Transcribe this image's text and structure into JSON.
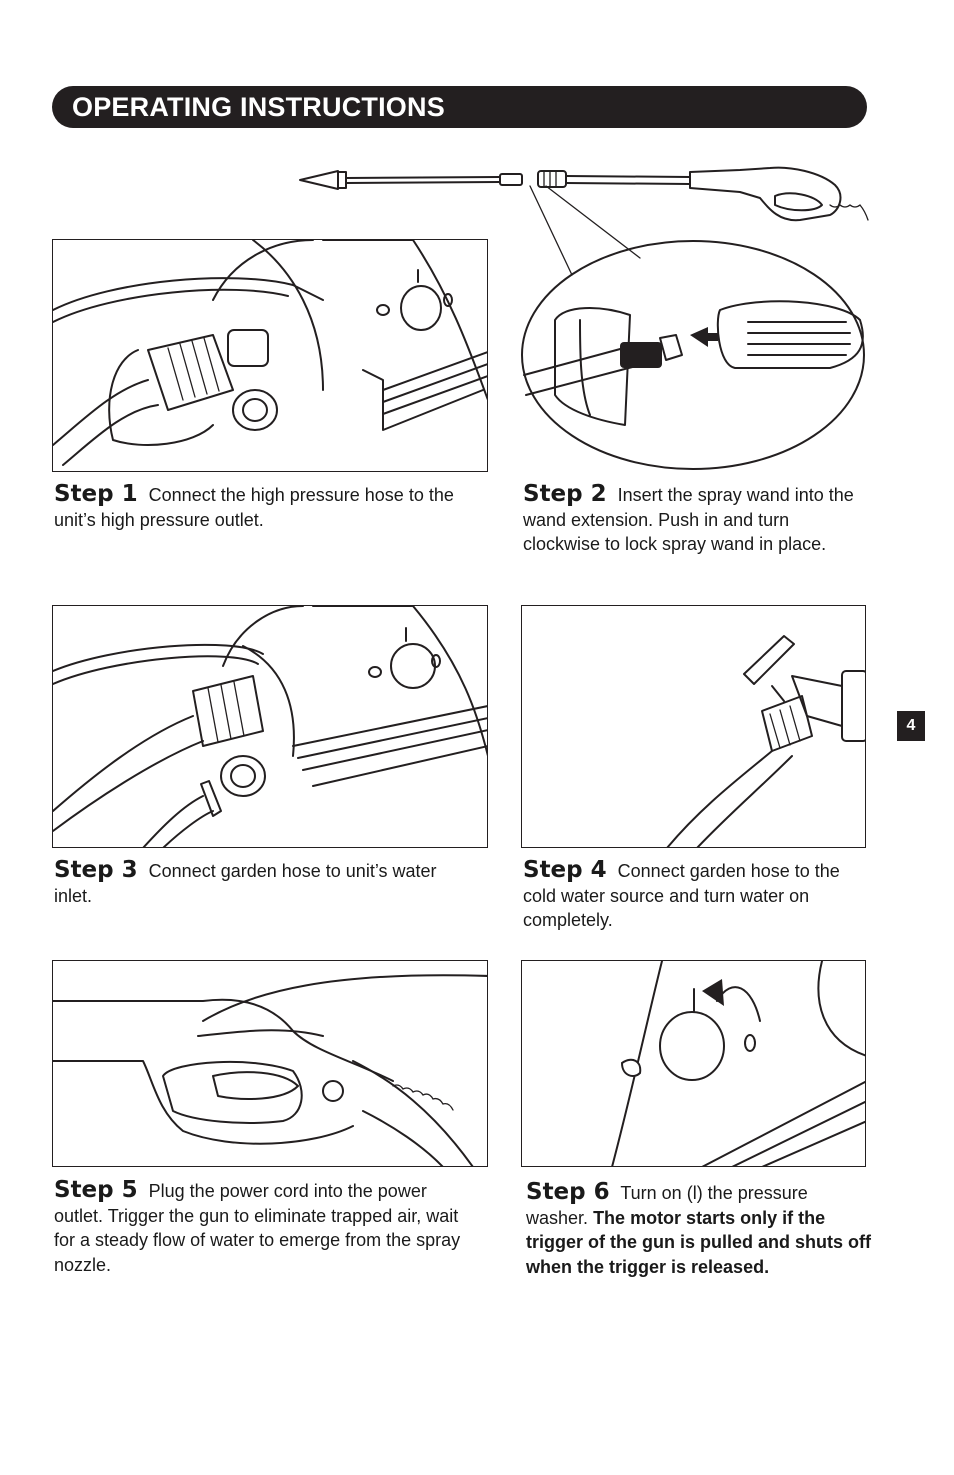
{
  "header": {
    "title": "OPERATING INSTRUCTIONS"
  },
  "page_number": "4",
  "steps": [
    {
      "label": "Step 1",
      "text": "Connect the high pressure hose to the unit’s high pressure outlet.",
      "bold_text": ""
    },
    {
      "label": "Step 2",
      "text": "Insert the spray wand into the wand extension. Push in and turn clockwise to lock spray wand in place.",
      "bold_text": ""
    },
    {
      "label": "Step 3",
      "text": "Connect garden hose to unit’s water inlet.",
      "bold_text": ""
    },
    {
      "label": "Step 4",
      "text": "Connect garden hose to the cold water source and turn water on completely.",
      "bold_text": ""
    },
    {
      "label": "Step 5",
      "text": "Plug the power cord into the power outlet. Trigger the gun to eliminate trapped air, wait for a steady flow of water to emerge from the spray nozzle.",
      "bold_text": ""
    },
    {
      "label": "Step 6",
      "text": "Turn on (l) the pressure washer.",
      "bold_text": "The motor starts only if the trigger of the gun is pulled and shuts off when the trigger is released."
    }
  ]
}
